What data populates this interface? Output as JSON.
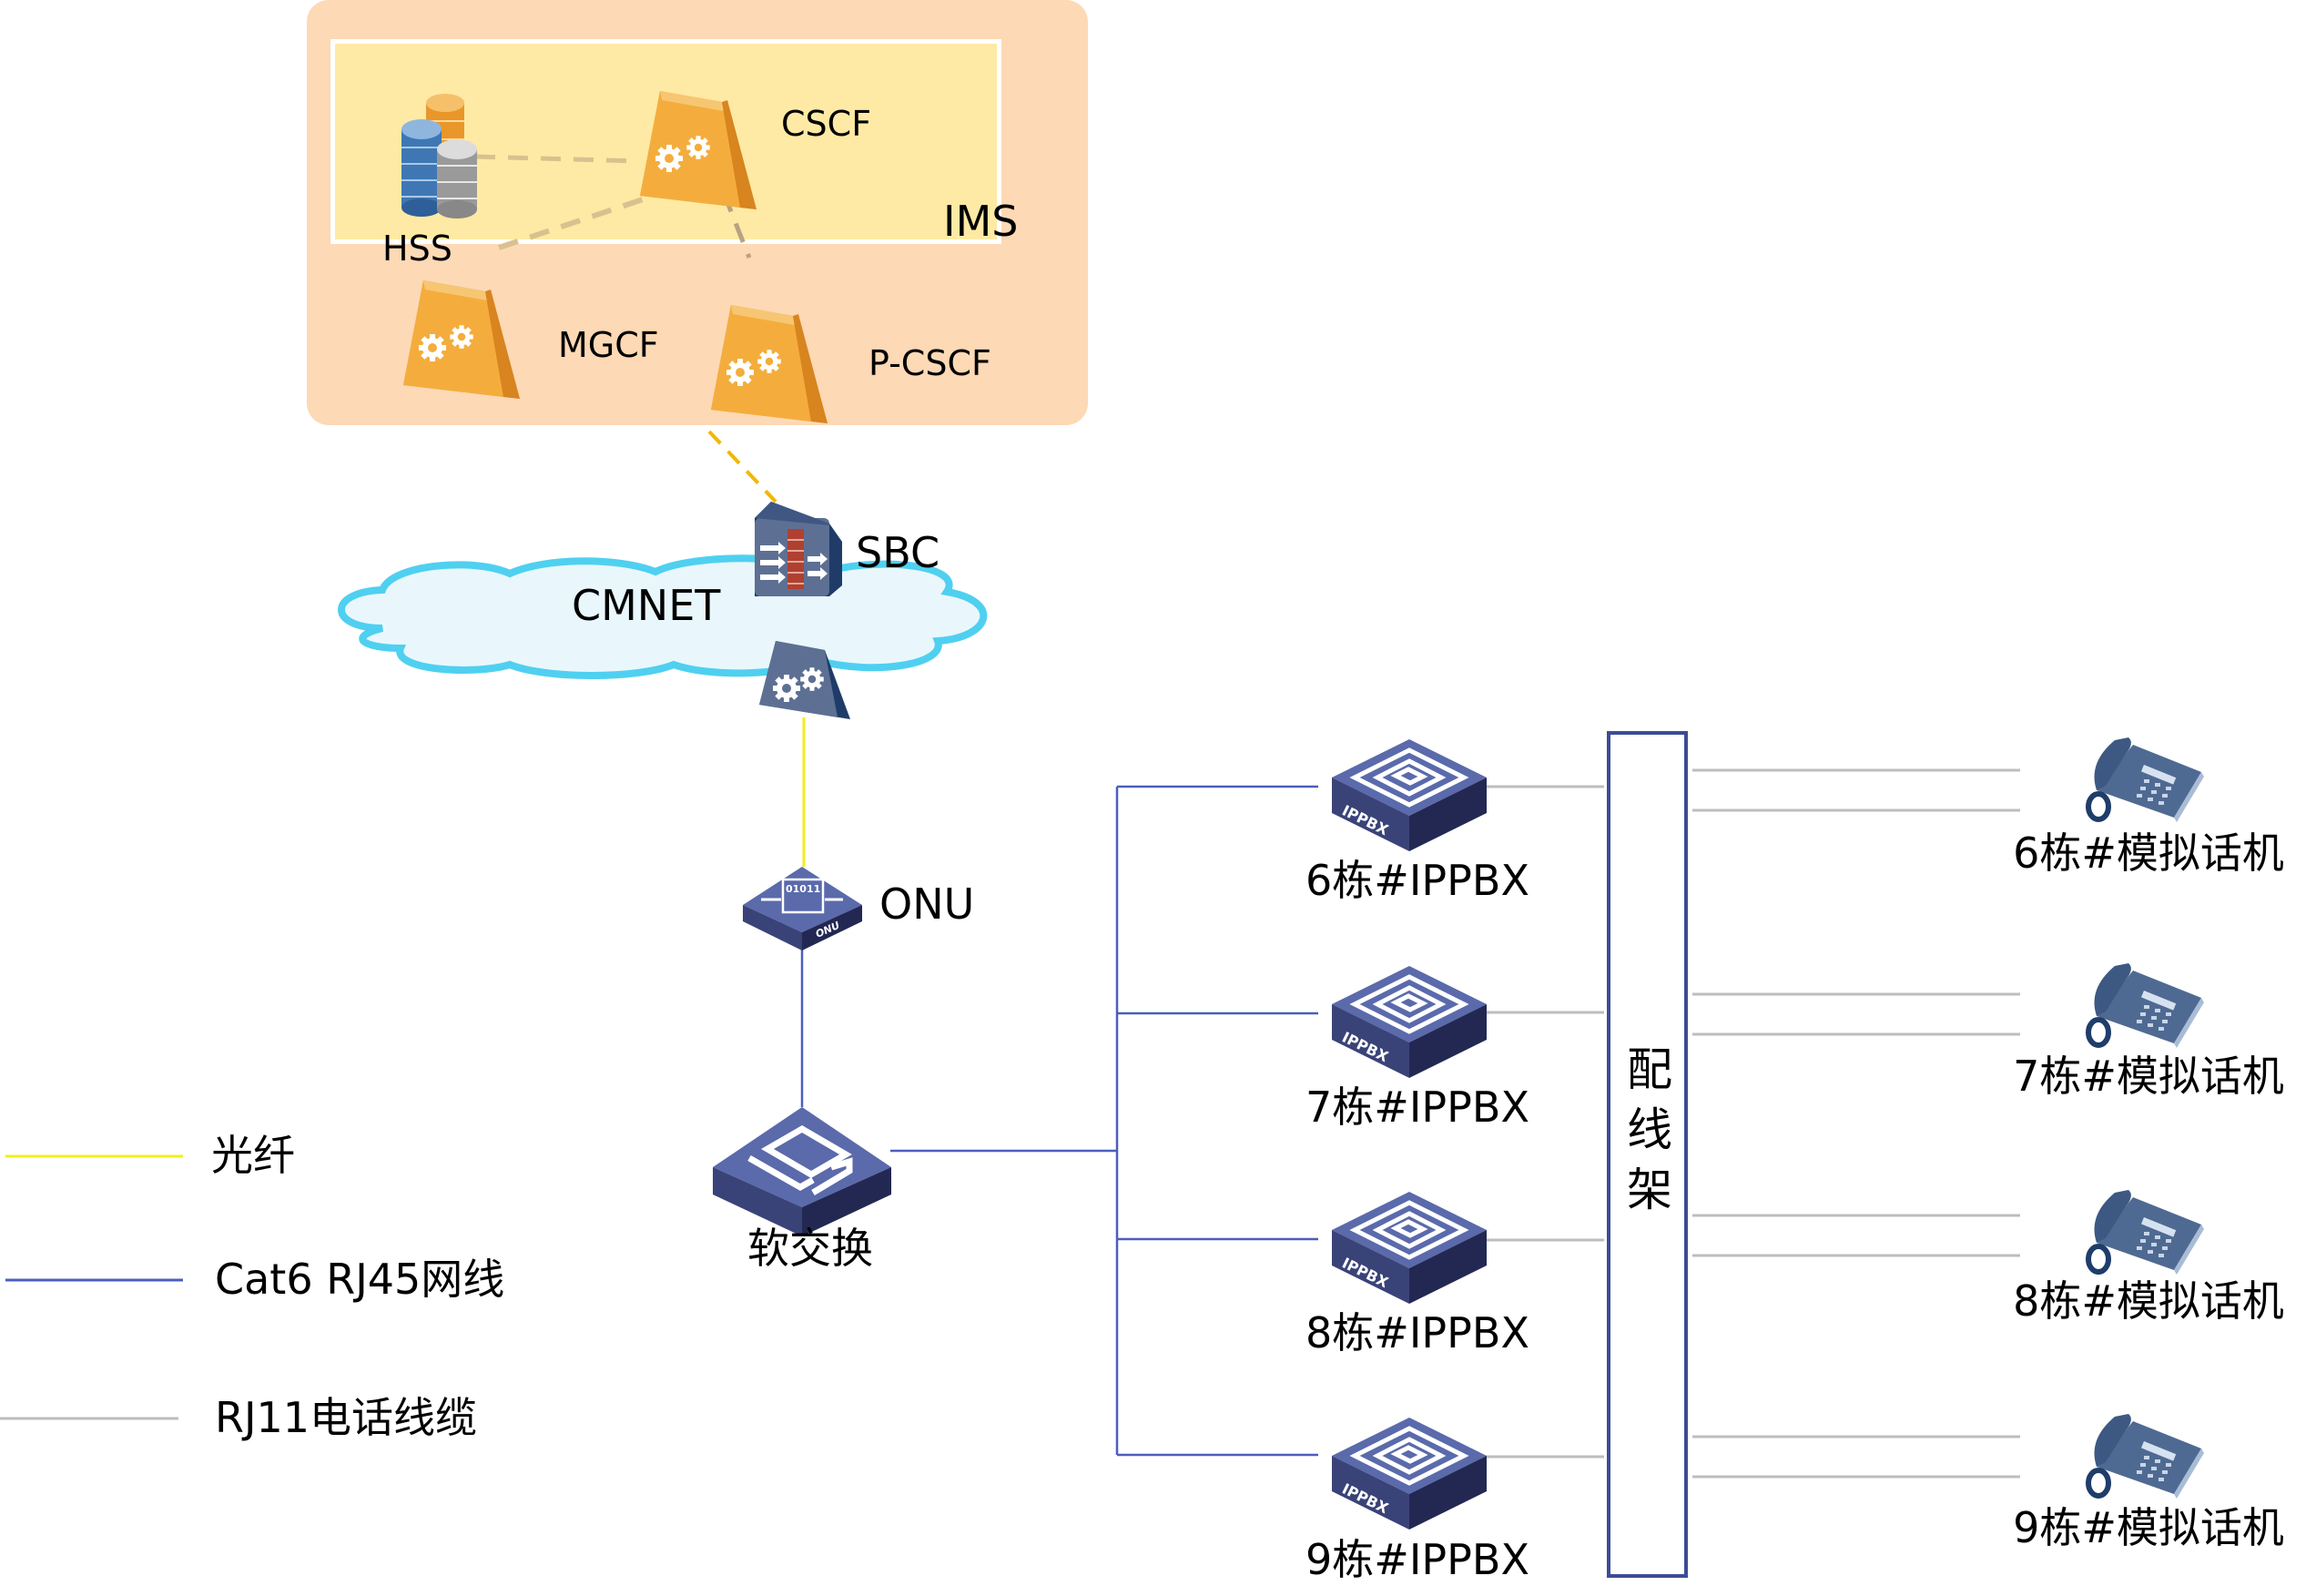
{
  "ims": {
    "group_label": "IMS",
    "nodes": {
      "hss": "HSS",
      "cscf": "CSCF",
      "mgcf": "MGCF",
      "pcscf": "P-CSCF"
    }
  },
  "network": {
    "cloud_label": "CMNET",
    "sbc_label": "SBC",
    "onu_label": "ONU",
    "onu_icon_text": "ONU",
    "onu_icon_bits": "01011",
    "softswitch_label": "软交换"
  },
  "ippbx": {
    "icon_text": "IPPBX",
    "units": [
      {
        "label": "6栋#IPPBX"
      },
      {
        "label": "7栋#IPPBX"
      },
      {
        "label": "8栋#IPPBX"
      },
      {
        "label": "9栋#IPPBX"
      }
    ]
  },
  "patch_panel": {
    "chars": [
      "配",
      "线",
      "架"
    ]
  },
  "phones": [
    {
      "label": "6栋#模拟话机"
    },
    {
      "label": "7栋#模拟话机"
    },
    {
      "label": "8栋#模拟话机"
    },
    {
      "label": "9栋#模拟话机"
    }
  ],
  "legend": {
    "items": [
      {
        "label": "光纤",
        "color": "#f2ee1c"
      },
      {
        "label": "Cat6 RJ45网线",
        "color": "#4a5fbf"
      },
      {
        "label": "RJ11电话线缆",
        "color": "#bdbdbd"
      }
    ]
  },
  "colors": {
    "ims_outer": "#fdd9b5",
    "ims_inner": "#feeaa4",
    "device_blue": "#56679f",
    "device_orange": "#f4ad3d",
    "fiber": "#f2ee1c",
    "ethernet": "#4a5fbf",
    "phone_cable": "#bdbdbd"
  }
}
